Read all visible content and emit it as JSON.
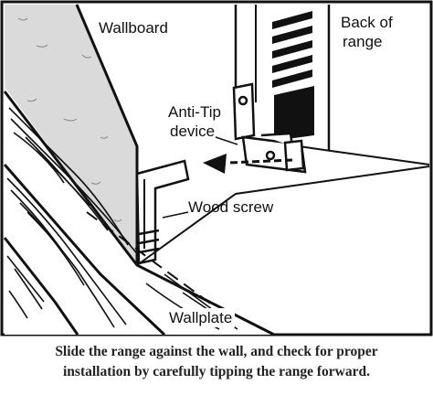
{
  "labels": {
    "wallboard": "Wallboard",
    "back_of_range_line1": "Back of",
    "back_of_range_line2": "range",
    "anti_tip_line1": "Anti-Tip",
    "anti_tip_line2": "device",
    "wood_screw": "Wood screw",
    "wallplate": "Wallplate"
  },
  "caption": {
    "line1": "Slide the range against the wall, and check for proper",
    "line2": "installation by carefully tipping the range forward."
  }
}
